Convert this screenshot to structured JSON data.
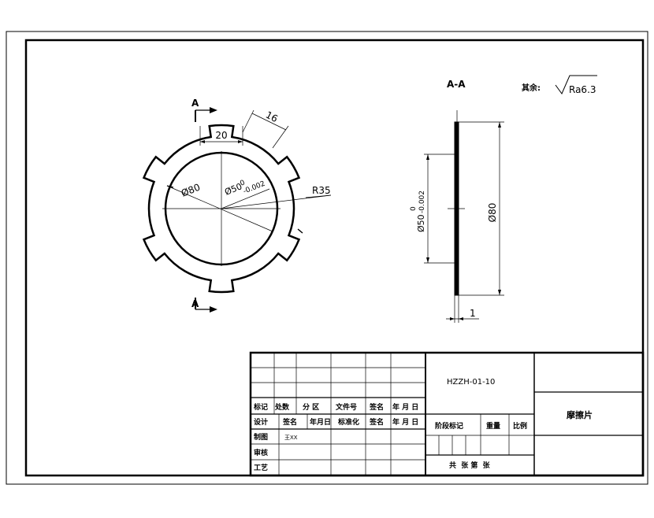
{
  "front_view": {
    "section_marker": "A",
    "dim_tab_width": "20",
    "dim_tab_offset": "16",
    "dim_outer_dia": "Ø80",
    "dim_bore": "Ø50",
    "dim_bore_tol_upper": "0",
    "dim_bore_tol_lower": "-0.002",
    "dim_radius": "R35"
  },
  "section_view": {
    "title": "A-A",
    "dim_bore": "Ø50",
    "dim_bore_tol_upper": "0",
    "dim_bore_tol_lower": "-0.002",
    "dim_outer_dia": "Ø80",
    "dim_thickness": "1"
  },
  "roughness": {
    "label": "其余:",
    "value": "Ra6.3"
  },
  "title_block": {
    "drawing_no": "HZZH-01-10",
    "part_name": "摩擦片",
    "row_revision": [
      "标记",
      "处数",
      "分 区",
      "文件号",
      "签名",
      "年 月 日"
    ],
    "row_design": [
      "设计",
      "签名",
      "年月日",
      "标准化",
      "签名",
      "年 月 日"
    ],
    "row_draw": [
      "制图",
      "王XX"
    ],
    "row_review": "审核",
    "row_process": "工艺",
    "stage_label": "阶段标记",
    "weight_label": "重量",
    "scale_label": "比例",
    "sheets_label": "共  张 第  张"
  }
}
